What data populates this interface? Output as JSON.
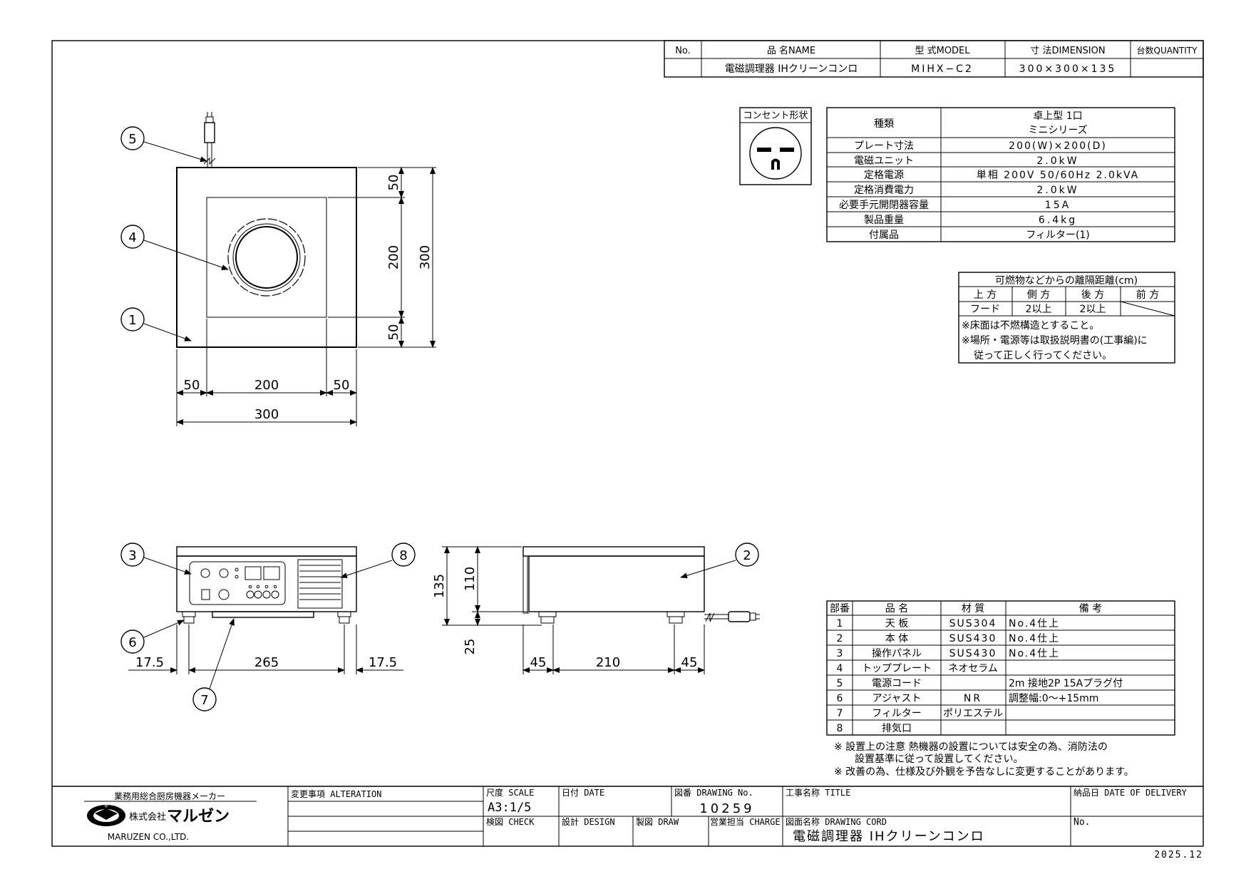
{
  "header": {
    "col_no": "No.",
    "col_name": "品 名NAME",
    "col_model": "型 式MODEL",
    "col_dim": "寸 法DIMENSION",
    "col_qty": "台数QUANTITY",
    "name": "電磁調理器 IHクリーンコンロ",
    "model": "MIHX−C2",
    "dim": "300×300×135"
  },
  "outlet": {
    "title": "コンセント形状"
  },
  "specs": [
    {
      "label": "種類",
      "value": "卓上型 1口",
      "value2": "ミニシリーズ"
    },
    {
      "label": "プレート寸法",
      "value": "200(W)×200(D)"
    },
    {
      "label": "電磁ユニット",
      "value": "2.0kW"
    },
    {
      "label": "定格電源",
      "value": "単相 200V 50/60Hz 2.0kVA"
    },
    {
      "label": "定格消費電力",
      "value": "2.0kW"
    },
    {
      "label": "必要手元開閉器容量",
      "value": "15A"
    },
    {
      "label": "製品重量",
      "value": "6.4kg"
    },
    {
      "label": "付属品",
      "value": "フィルター(1)"
    }
  ],
  "clearance": {
    "title": "可燃物などからの離隔距離(cm)",
    "headers": [
      "上 方",
      "側 方",
      "後 方",
      "前 方"
    ],
    "values": [
      "フード",
      "2以上",
      "2以上",
      ""
    ],
    "note1": "※床面は不燃構造とすること。",
    "note2": "※場所・電源等は取扱説明書の(工事編)に",
    "note3": "従って正しく行ってください。"
  },
  "dimensions": {
    "top_50a": "50",
    "top_200": "200",
    "top_50b": "50",
    "top_300": "300",
    "right_50a": "50",
    "right_200": "200",
    "right_50b": "50",
    "right_300": "300",
    "front_17a": "17.5",
    "front_265": "265",
    "front_17b": "17.5",
    "side_135": "135",
    "side_110": "110",
    "side_25": "25",
    "side_45a": "45",
    "side_210": "210",
    "side_45b": "45"
  },
  "callouts": [
    "1",
    "2",
    "3",
    "4",
    "5",
    "6",
    "7",
    "8"
  ],
  "parts": {
    "headers": [
      "部番",
      "品 名",
      "材 質",
      "備 考"
    ],
    "rows": [
      [
        "1",
        "天 板",
        "SUS304",
        "No.4仕上"
      ],
      [
        "2",
        "本 体",
        "SUS430",
        "No.4仕上"
      ],
      [
        "3",
        "操作パネル",
        "SUS430",
        "No.4仕上"
      ],
      [
        "4",
        "トッププレート",
        "ネオセラム",
        ""
      ],
      [
        "5",
        "電源コード",
        "",
        "2m 接地2P 15Aプラグ付"
      ],
      [
        "6",
        "アジャスト",
        "NR",
        "調整幅:0〜+15mm"
      ],
      [
        "7",
        "フィルター",
        "ポリエステル",
        ""
      ],
      [
        "8",
        "排気口",
        "",
        ""
      ]
    ]
  },
  "notes": {
    "n1a": "※ 設置上の注意 熱機器の設置については安全の為、消防法の",
    "n1b": "設置基準に従って設置してください。",
    "n2": "※ 改善の為、仕様及び外観を予告なしに変更することがあります。"
  },
  "titleblock": {
    "maker": "業務用総合厨房機器メーカー",
    "company_prefix": "株式会社",
    "company_logo": "マルゼン",
    "company_en": "MARUZEN CO.,LTD.",
    "alteration": "変更事項 ALTERATION",
    "scale_label": "尺度 SCALE",
    "scale": "A3:1/5",
    "date_label": "日付 DATE",
    "drawing_no_label": "図番 DRAWING No.",
    "drawing_no": "10259",
    "title_label": "工事名称 TITLE",
    "delivery_label": "納品日 DATE OF DELIVERY",
    "check_label": "検図 CHECK",
    "design_label": "設計 DESIGN",
    "draw_label": "製図 DRAW",
    "charge_label": "営業担当 CHARGE",
    "drawing_name_label": "図面名称 DRAWING CORD",
    "drawing_name": "電磁調理器 IHクリーンコンロ",
    "no_label": "No."
  },
  "footer_date": "2025.12"
}
